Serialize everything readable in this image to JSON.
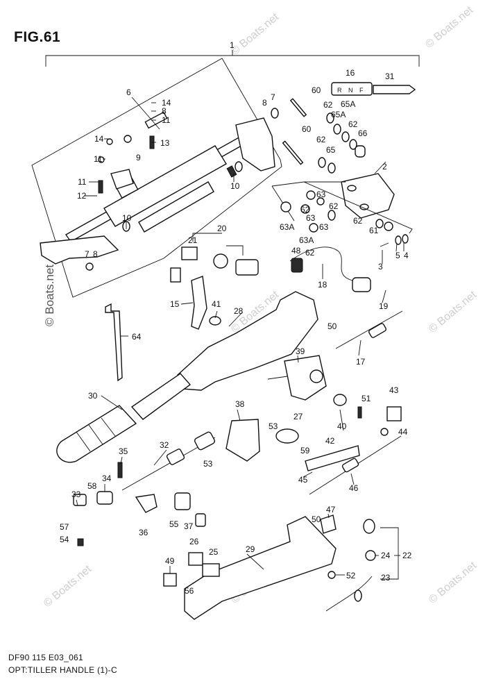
{
  "figure": {
    "title": "FIG.61"
  },
  "footer": {
    "code": "DF90 115 E03_061",
    "caption": "OPT:TILLER HANDLE (1)-C"
  },
  "watermarks": {
    "diagonal": "© Boats.net",
    "side": "© Boats.net"
  },
  "colors": {
    "ink": "#111111",
    "background": "#ffffff",
    "watermark": "#cfcfcf"
  },
  "knob16_letters": [
    "R",
    "N",
    "F"
  ],
  "callouts": {
    "p1": "1",
    "p2": "2",
    "p3": "3",
    "p4": "4",
    "p5": "5",
    "p6": "6",
    "p7a": "7",
    "p7b": "7",
    "p8a": "8",
    "p8b": "8",
    "p8c": "8",
    "p9": "9",
    "p10a": "10",
    "p10b": "10",
    "p11a": "11",
    "p11b": "11",
    "p11c": "11",
    "p12": "12",
    "p13": "13",
    "p14a": "14",
    "p14b": "14",
    "p15": "15",
    "p16": "16",
    "p17": "17",
    "p18": "18",
    "p19": "19",
    "p20": "20",
    "p21": "21",
    "p22": "22",
    "p23": "23",
    "p24": "24",
    "p25": "25",
    "p26": "26",
    "p27": "27",
    "p28": "28",
    "p29": "29",
    "p30": "30",
    "p31": "31",
    "p32": "32",
    "p33": "33",
    "p34": "34",
    "p35": "35",
    "p36": "36",
    "p37": "37",
    "p38": "38",
    "p39": "39",
    "p40": "40",
    "p41": "41",
    "p42": "42",
    "p43": "43",
    "p44": "44",
    "p45": "45",
    "p46": "46",
    "p47": "47",
    "p48": "48",
    "p49": "49",
    "p50a": "50",
    "p50b": "50",
    "p51": "51",
    "p52": "52",
    "p53a": "53",
    "p53b": "53",
    "p54": "54",
    "p55": "55",
    "p56": "56",
    "p57": "57",
    "p58": "58",
    "p59": "59",
    "p60a": "60",
    "p60b": "60",
    "p61": "61",
    "p62a": "62",
    "p62b": "62",
    "p62c": "62",
    "p62d": "62",
    "p62e": "62",
    "p62f": "62",
    "p62g": "62",
    "p63a": "63",
    "p63b": "63",
    "p63c": "63",
    "p63Aa": "63A",
    "p63Ab": "63A",
    "p64": "64",
    "p65a": "65",
    "p65Aa": "65A",
    "p65Ab": "65A",
    "p66": "66"
  }
}
